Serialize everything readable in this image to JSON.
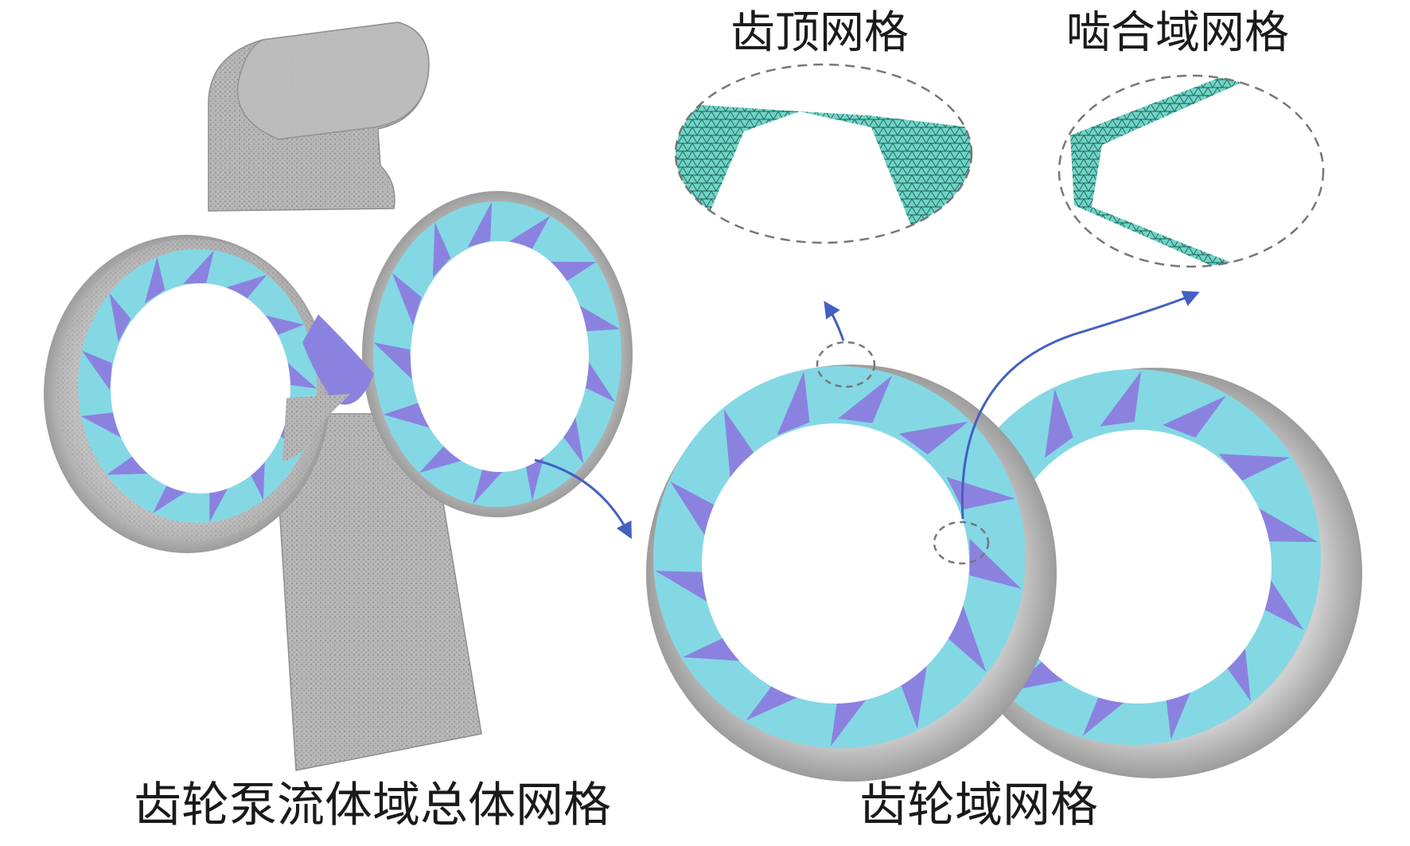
{
  "labels": {
    "tooth_tip_mesh": "齿顶网格",
    "meshing_zone_mesh": "啮合域网格",
    "overall_fluid_domain_mesh": "齿轮泵流体域总体网格",
    "gear_domain_mesh": "齿轮域网格"
  },
  "colors": {
    "casing_mesh_gray": "#b4b4b4",
    "gap_cyan": "#84d8e4",
    "tooth_purple": "#8b82e0",
    "arrow_blue": "#4460c0",
    "callout_dash": "#777777",
    "mesh_teal": "#3cc0ad"
  },
  "gears": {
    "left_pair_teeth": 13,
    "right_pair_teeth": 13
  }
}
